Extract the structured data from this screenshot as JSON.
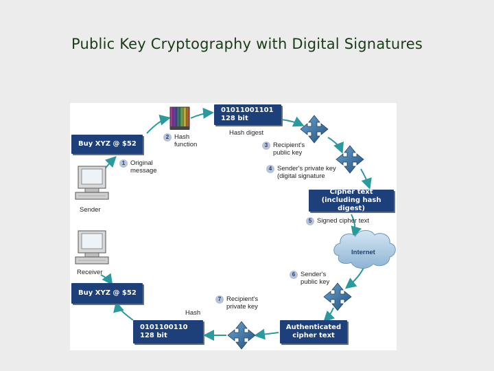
{
  "slide": {
    "title": "Public Key Cryptography with Digital Signatures"
  },
  "diagram": {
    "boxes": {
      "sender_message": "Buy XYZ @ $52",
      "receiver_message": "Buy XYZ @ $52",
      "hash_digest_top_line1": "01011001101",
      "hash_digest_top_line2": "128 bit",
      "hash_bottom_line1": "0101100110",
      "hash_bottom_line2": "128 bit",
      "cipher_line1": "Cipher text",
      "cipher_line2": "(including hash digest)",
      "auth_line1": "Authenticated",
      "auth_line2": "cipher text"
    },
    "labels": {
      "sender": "Sender",
      "receiver": "Receiver",
      "internet": "Internet",
      "hash_digest": "Hash digest",
      "hash": "Hash"
    },
    "steps": [
      {
        "num": "1",
        "line1": "Original",
        "line2": "message"
      },
      {
        "num": "2",
        "line1": "Hash",
        "line2": "function"
      },
      {
        "num": "3",
        "line1": "Recipient's",
        "line2": "public key"
      },
      {
        "num": "4",
        "line1": "Sender's private key",
        "line2": "(digital signature"
      },
      {
        "num": "5",
        "line1": "Signed cipher text",
        "line2": ""
      },
      {
        "num": "6",
        "line1": "Sender's",
        "line2": "public key"
      },
      {
        "num": "7",
        "line1": "Recipient's",
        "line2": "private key"
      }
    ],
    "colors": {
      "box": "#1d3f7a",
      "arrow": "#2a9a9e",
      "key_icon": "#3a6f9e",
      "cloud": "#aac8e0"
    }
  }
}
